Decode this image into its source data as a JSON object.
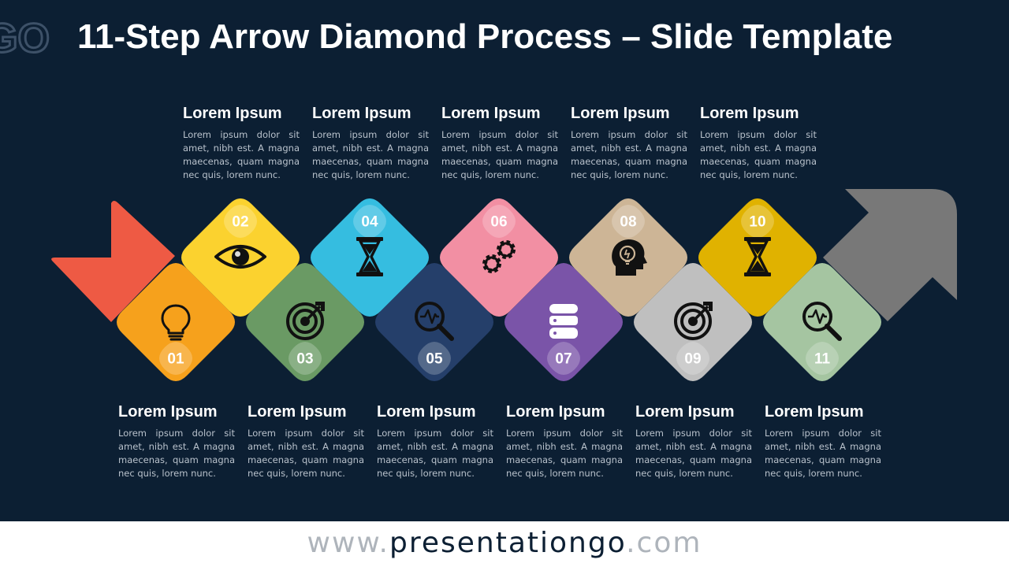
{
  "title": "11-Step Arrow Diamond Process – Slide Template",
  "footer": {
    "prefix": "www.",
    "brand": "presentationgo",
    "suffix": ".com"
  },
  "colors": {
    "background": "#0c1f33",
    "tail": "#ee5a44",
    "arrow_head": "#787878",
    "steps": [
      "#f6a11c",
      "#fbd22f",
      "#6a9a64",
      "#35bde0",
      "#253f6a",
      "#f28fa3",
      "#7a54a8",
      "#cdb596",
      "#bfbfbf",
      "#e0b200",
      "#a5c5a1"
    ]
  },
  "steps": [
    {
      "number": "01",
      "heading": "Lorem Ipsum",
      "text": "Lorem ipsum dolor sit amet, nibh est. A magna maecenas, quam magna nec quis, lorem nunc.",
      "icon": "lightbulb-icon"
    },
    {
      "number": "02",
      "heading": "Lorem Ipsum",
      "text": "Lorem ipsum dolor sit amet, nibh est. A magna maecenas, quam magna nec quis, lorem nunc.",
      "icon": "eye-icon"
    },
    {
      "number": "03",
      "heading": "Lorem Ipsum",
      "text": "Lorem ipsum dolor sit amet, nibh est. A magna maecenas, quam magna nec quis, lorem nunc.",
      "icon": "target-icon"
    },
    {
      "number": "04",
      "heading": "Lorem Ipsum",
      "text": "Lorem ipsum dolor sit amet, nibh est. A magna maecenas, quam magna nec quis, lorem nunc.",
      "icon": "hourglass-icon"
    },
    {
      "number": "05",
      "heading": "Lorem Ipsum",
      "text": "Lorem ipsum dolor sit amet, nibh est. A magna maecenas, quam magna nec quis, lorem nunc.",
      "icon": "magnifier-pulse-icon"
    },
    {
      "number": "06",
      "heading": "Lorem Ipsum",
      "text": "Lorem ipsum dolor sit amet, nibh est. A magna maecenas, quam magna nec quis, lorem nunc.",
      "icon": "gears-icon"
    },
    {
      "number": "07",
      "heading": "Lorem Ipsum",
      "text": "Lorem ipsum dolor sit amet, nibh est. A magna maecenas, quam magna nec quis, lorem nunc.",
      "icon": "database-icon"
    },
    {
      "number": "08",
      "heading": "Lorem Ipsum",
      "text": "Lorem ipsum dolor sit amet, nibh est. A magna maecenas, quam magna nec quis, lorem nunc.",
      "icon": "head-idea-icon"
    },
    {
      "number": "09",
      "heading": "Lorem Ipsum",
      "text": "Lorem ipsum dolor sit amet, nibh est. A magna maecenas, quam magna nec quis, lorem nunc.",
      "icon": "target-icon"
    },
    {
      "number": "10",
      "heading": "Lorem Ipsum",
      "text": "Lorem ipsum dolor sit amet, nibh est. A magna maecenas, quam magna nec quis, lorem nunc.",
      "icon": "hourglass-icon"
    },
    {
      "number": "11",
      "heading": "Lorem Ipsum",
      "text": "Lorem ipsum dolor sit amet, nibh est. A magna maecenas, quam magna nec quis, lorem nunc.",
      "icon": "magnifier-pulse-icon"
    }
  ]
}
